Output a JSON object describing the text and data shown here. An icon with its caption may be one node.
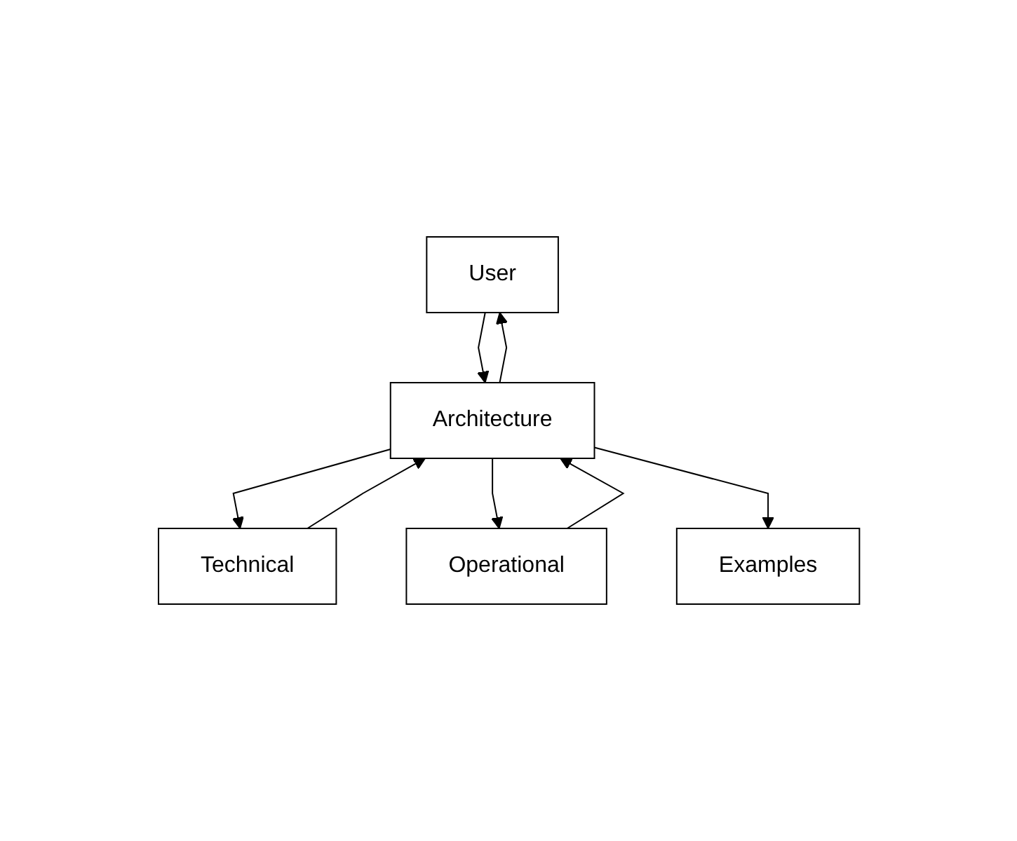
{
  "diagram": {
    "nodes": [
      {
        "text": [
          "User"
        ]
      },
      {
        "text": [
          "Technical"
        ]
      },
      {
        "text": [
          "Operational"
        ]
      },
      {
        "text": [
          "Architecture"
        ]
      },
      {
        "text": [
          "Examples"
        ]
      }
    ],
    "edges": [
      {
        "from": 3,
        "to": 1,
        "arrow": "to"
      },
      {
        "from": 3,
        "to": 0,
        "arrow": "to"
      },
      {
        "from": 3,
        "to": 2,
        "arrow": "to"
      },
      {
        "from": 0,
        "to": 3,
        "arrow": "to"
      },
      {
        "from": 1,
        "to": 3,
        "arrow": "to"
      },
      {
        "from": 2,
        "to": 3,
        "arrow": "to"
      },
      {
        "from": 3,
        "to": 4,
        "arrow": "to"
      }
    ]
  }
}
